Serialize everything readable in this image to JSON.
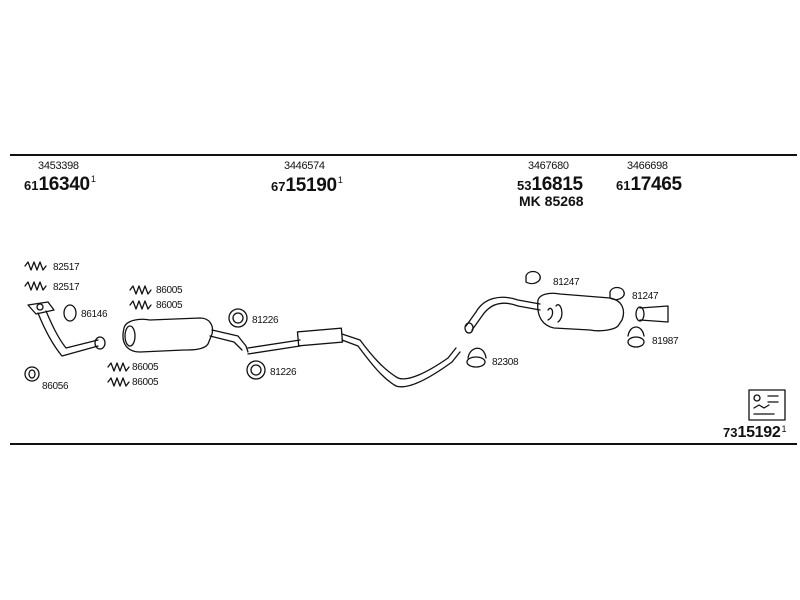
{
  "header": {
    "groups": [
      {
        "oe": "3453398",
        "prefix": "61",
        "code": "16340",
        "sup": "1"
      },
      {
        "oe": "3446574",
        "prefix": "67",
        "code": "15190",
        "sup": "1"
      },
      {
        "oe": "3467680",
        "prefix": "53",
        "code": "16815",
        "sup": "",
        "extra": "MK  85268"
      },
      {
        "oe": "3466698",
        "prefix": "61",
        "code": "17465",
        "sup": ""
      }
    ]
  },
  "parts": {
    "p82517a": "82517",
    "p82517b": "82517",
    "p86146": "86146",
    "p86056": "86056",
    "p86005a": "86005",
    "p86005b": "86005",
    "p86005c": "86005",
    "p86005d": "86005",
    "p81226a": "81226",
    "p81226b": "81226",
    "p82308": "82308",
    "p81247a": "81247",
    "p81247b": "81247",
    "p81987": "81987"
  },
  "footer": {
    "prefix": "73",
    "code": "15192",
    "sup": "1"
  },
  "colors": {
    "line": "#111111",
    "background": "#ffffff"
  }
}
